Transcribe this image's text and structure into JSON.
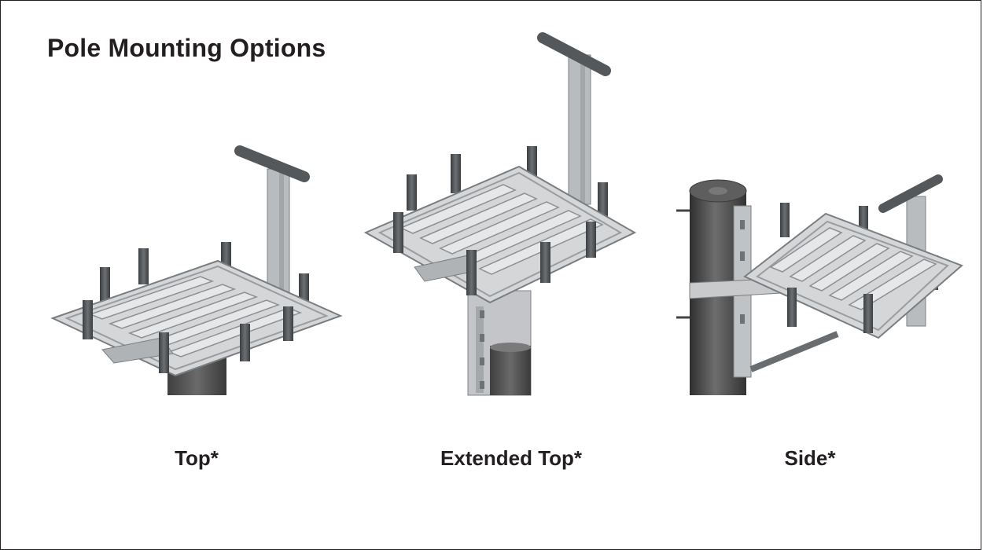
{
  "page": {
    "title": "Pole Mounting Options"
  },
  "options": [
    {
      "caption": "Top*",
      "icon": "top-mount-platform"
    },
    {
      "caption": "Extended Top*",
      "icon": "extended-top-mount-platform"
    },
    {
      "caption": "Side*",
      "icon": "side-mount-platform"
    }
  ],
  "colors": {
    "text": "#231f20",
    "steel": "#c8cacc",
    "steel_dark": "#8e9194",
    "post": "#4a4d50",
    "wood": "#5b5b5b"
  }
}
